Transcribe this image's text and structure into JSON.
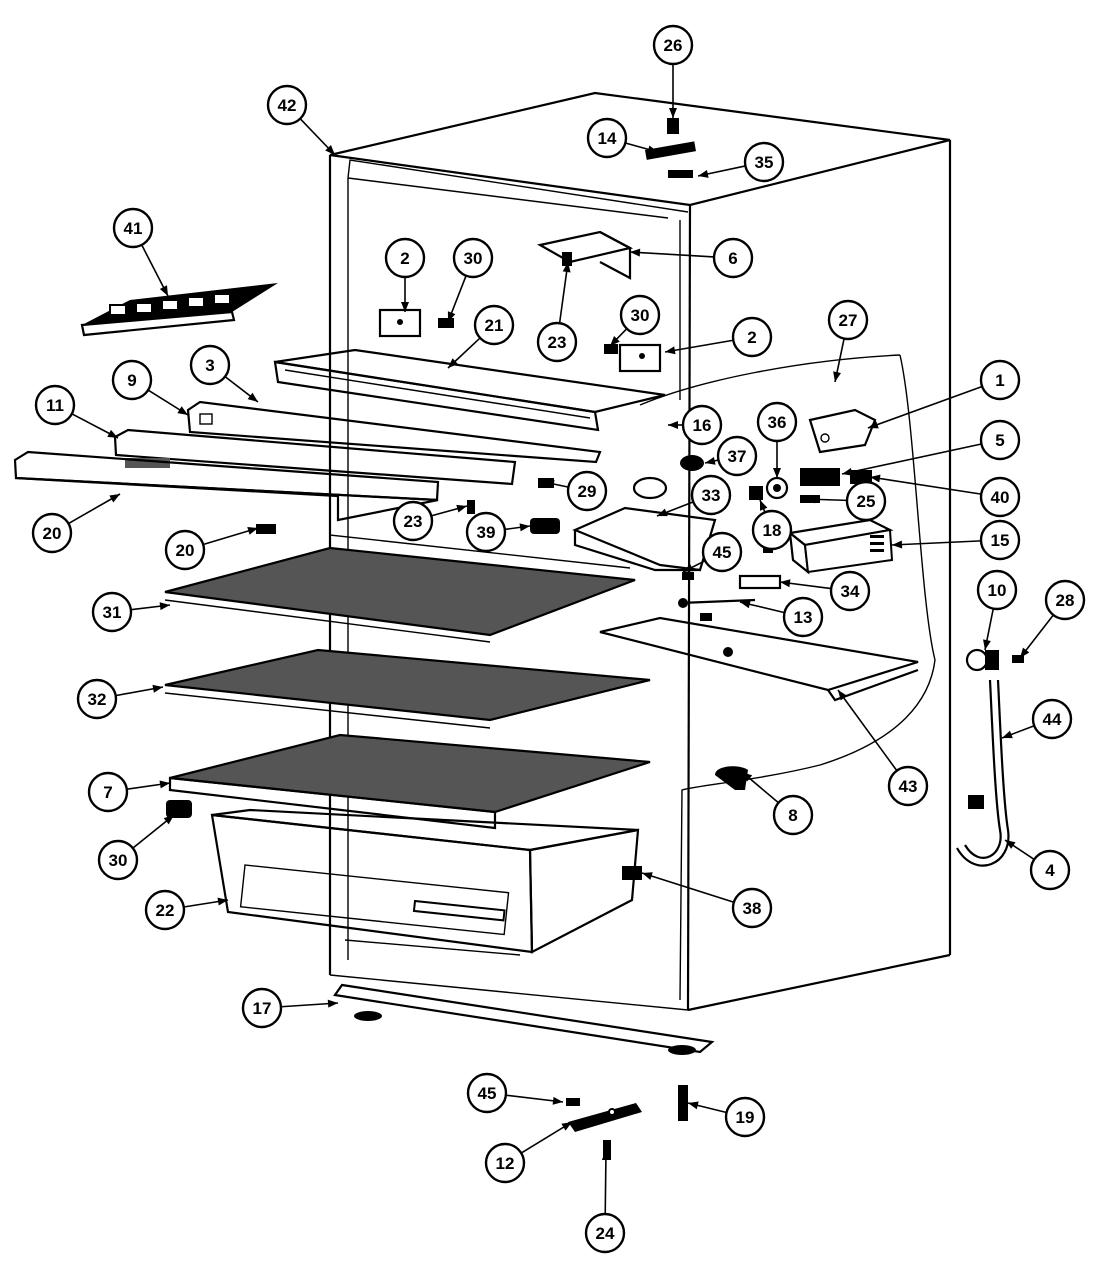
{
  "diagram": {
    "type": "exploded-parts-diagram",
    "callouts": [
      {
        "label": "1"
      },
      {
        "label": "2"
      },
      {
        "label": "2"
      },
      {
        "label": "3"
      },
      {
        "label": "4"
      },
      {
        "label": "5"
      },
      {
        "label": "6"
      },
      {
        "label": "7"
      },
      {
        "label": "8"
      },
      {
        "label": "9"
      },
      {
        "label": "10"
      },
      {
        "label": "11"
      },
      {
        "label": "12"
      },
      {
        "label": "13"
      },
      {
        "label": "14"
      },
      {
        "label": "15"
      },
      {
        "label": "16"
      },
      {
        "label": "17"
      },
      {
        "label": "18"
      },
      {
        "label": "19"
      },
      {
        "label": "20"
      },
      {
        "label": "20"
      },
      {
        "label": "21"
      },
      {
        "label": "22"
      },
      {
        "label": "23"
      },
      {
        "label": "23"
      },
      {
        "label": "24"
      },
      {
        "label": "25"
      },
      {
        "label": "26"
      },
      {
        "label": "27"
      },
      {
        "label": "28"
      },
      {
        "label": "29"
      },
      {
        "label": "30"
      },
      {
        "label": "30"
      },
      {
        "label": "30"
      },
      {
        "label": "31"
      },
      {
        "label": "32"
      },
      {
        "label": "33"
      },
      {
        "label": "34"
      },
      {
        "label": "35"
      },
      {
        "label": "36"
      },
      {
        "label": "37"
      },
      {
        "label": "38"
      },
      {
        "label": "39"
      },
      {
        "label": "40"
      },
      {
        "label": "41"
      },
      {
        "label": "42"
      },
      {
        "label": "43"
      },
      {
        "label": "44"
      },
      {
        "label": "45"
      },
      {
        "label": "45"
      }
    ]
  }
}
